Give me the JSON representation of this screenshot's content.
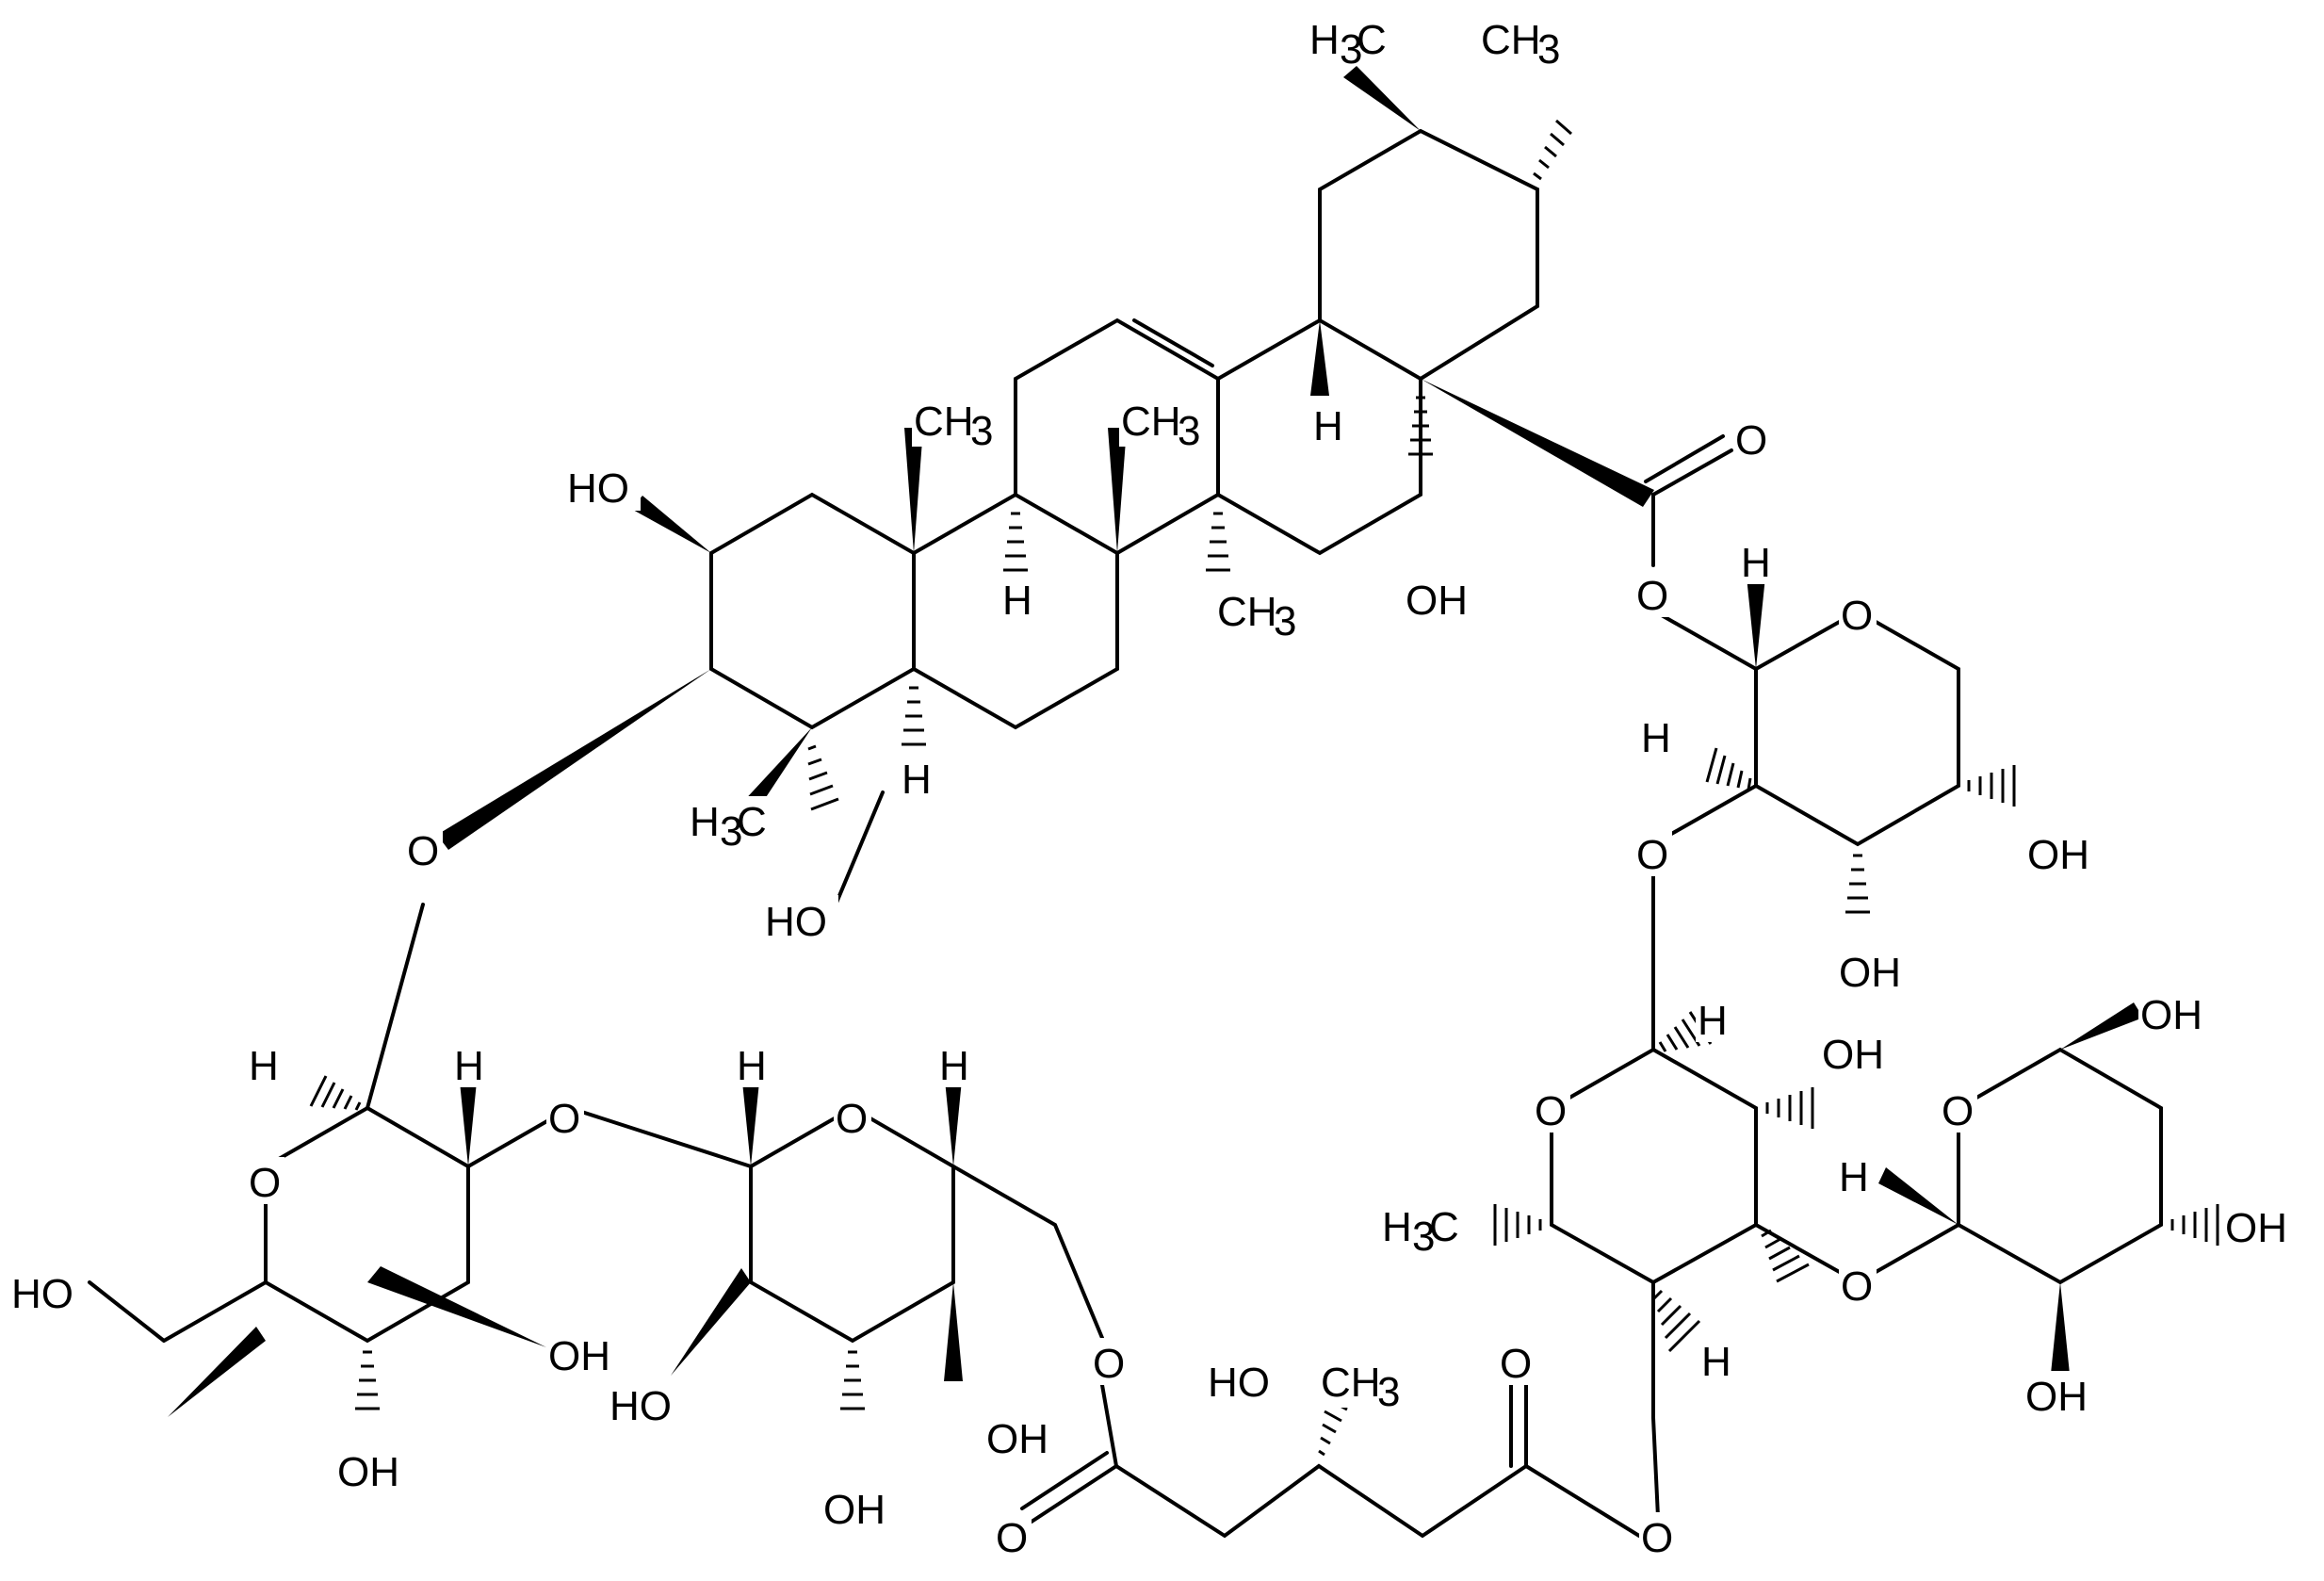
{
  "atoms": [
    {
      "id": "ho_a",
      "text": "HO"
    },
    {
      "id": "ho_b",
      "text": "HO"
    },
    {
      "id": "ch3_a",
      "text": "CH",
      "sub": "3"
    },
    {
      "id": "ch3_b",
      "text": "CH",
      "sub": "3"
    },
    {
      "id": "ch3_c",
      "text": "CH",
      "sub": "3"
    },
    {
      "id": "h3c_a",
      "text": "H",
      "sub": "3",
      "tail": "C"
    },
    {
      "id": "h3c_top_left",
      "text": "H",
      "sub": "3",
      "tail": "C"
    },
    {
      "id": "ch3_top_right",
      "text": "CH",
      "sub": "3"
    },
    {
      "id": "h_c9",
      "text": "H"
    },
    {
      "id": "h_c5",
      "text": "H"
    },
    {
      "id": "h_c18",
      "text": "H"
    },
    {
      "id": "oh_c16",
      "text": "OH"
    },
    {
      "id": "o_carbonyl",
      "text": "O"
    },
    {
      "id": "o_ester",
      "text": "O"
    },
    {
      "id": "o_ara_ring",
      "text": "O"
    },
    {
      "id": "h_ara_c1",
      "text": "H"
    },
    {
      "id": "h_ara_c2",
      "text": "H"
    },
    {
      "id": "o_ara_link",
      "text": "O"
    },
    {
      "id": "oh_ara_c4",
      "text": "OH"
    },
    {
      "id": "oh_ara_c3",
      "text": "OH"
    },
    {
      "id": "o_c3",
      "text": "O"
    },
    {
      "id": "h_glc1_c1",
      "text": "H"
    },
    {
      "id": "h_glc1_c2",
      "text": "H"
    },
    {
      "id": "o_glc1_ring",
      "text": "O"
    },
    {
      "id": "o_glc_link",
      "text": "O"
    },
    {
      "id": "ho_glc1_c6",
      "text": "HO"
    },
    {
      "id": "oh_glc1_c3",
      "text": "OH"
    },
    {
      "id": "oh_glc1_c4",
      "text": "OH"
    },
    {
      "id": "h_glc2_c1",
      "text": "H"
    },
    {
      "id": "o_glc2_ring",
      "text": "O"
    },
    {
      "id": "h_glc2_c5",
      "text": "H"
    },
    {
      "id": "ho_glc2_c2",
      "text": "HO"
    },
    {
      "id": "oh_glc2_c3",
      "text": "OH"
    },
    {
      "id": "oh_glc2_c4",
      "text": "OH"
    },
    {
      "id": "o_glc2_c6",
      "text": "O"
    },
    {
      "id": "o_hmg_carbonyl1",
      "text": "O"
    },
    {
      "id": "ho_hmg",
      "text": "HO"
    },
    {
      "id": "ch3_hmg",
      "text": "CH",
      "sub": "3"
    },
    {
      "id": "o_hmg_carbonyl2",
      "text": "O"
    },
    {
      "id": "o_hmg_ester",
      "text": "O"
    },
    {
      "id": "h_rha_c1",
      "text": "H"
    },
    {
      "id": "o_rha_ring",
      "text": "O"
    },
    {
      "id": "oh_rha_c2",
      "text": "OH"
    },
    {
      "id": "h3c_rha",
      "text": "H",
      "sub": "3",
      "tail": "C"
    },
    {
      "id": "h_rha_c4",
      "text": "H"
    },
    {
      "id": "o_xyl_link",
      "text": "O"
    },
    {
      "id": "o_xyl_ring",
      "text": "O"
    },
    {
      "id": "oh_xyl_c4",
      "text": "OH"
    },
    {
      "id": "h_xyl_c1",
      "text": "H"
    },
    {
      "id": "oh_xyl_c3",
      "text": "OH"
    },
    {
      "id": "oh_xyl_c2",
      "text": "OH"
    }
  ]
}
